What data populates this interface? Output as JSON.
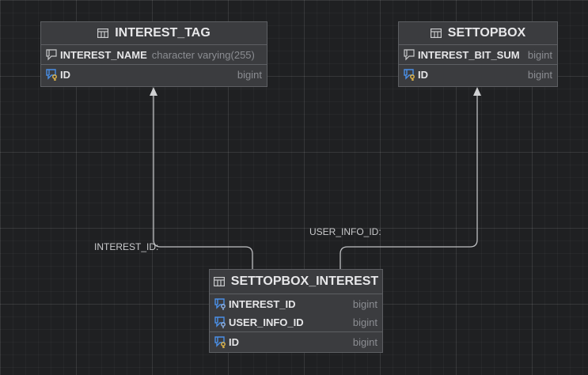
{
  "entities": {
    "interest_tag": {
      "name": "INTEREST_TAG",
      "columns": [
        {
          "name": "INTEREST_NAME",
          "type": "character varying(255)"
        },
        {
          "name": "ID",
          "type": "bigint"
        }
      ]
    },
    "settopbox": {
      "name": "SETTOPBOX",
      "columns": [
        {
          "name": "INTEREST_BIT_SUM",
          "type": "bigint"
        },
        {
          "name": "ID",
          "type": "bigint"
        }
      ]
    },
    "settopbox_interest": {
      "name": "SETTOPBOX_INTEREST",
      "columns": [
        {
          "name": "INTEREST_ID",
          "type": "bigint"
        },
        {
          "name": "USER_INFO_ID",
          "type": "bigint"
        },
        {
          "name": "ID",
          "type": "bigint"
        }
      ]
    }
  },
  "relations": [
    {
      "label": "INTEREST_ID:",
      "from": "SETTOPBOX_INTEREST",
      "to": "INTEREST_TAG"
    },
    {
      "label": "USER_INFO_ID:",
      "from": "SETTOPBOX_INTEREST",
      "to": "SETTOPBOX"
    }
  ],
  "colors": {
    "background": "#1f2022",
    "entity_fill": "#3b3c3f",
    "entity_border": "#5d5f63",
    "connector": "#bfc0c3",
    "key_icon": "#4a8fe7",
    "key_badge": "#e5b94a"
  }
}
